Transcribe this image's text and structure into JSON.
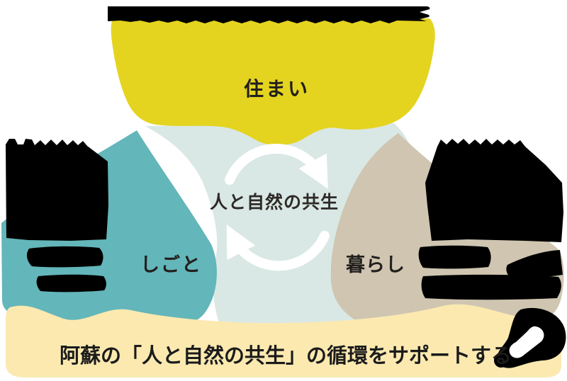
{
  "diagram": {
    "ribbon": {
      "color": "#000000"
    },
    "blobs": {
      "housing": {
        "label": "住まい",
        "color": "#e4d41f"
      },
      "work": {
        "label": "しごと",
        "color": "#63b6ba"
      },
      "living": {
        "label": "暮らし",
        "color": "#cfc5b1"
      },
      "center": {
        "label": "人と自然の共生",
        "color": "#d9e8e4"
      }
    },
    "cycle_arrows": {
      "color": "#ffffff"
    },
    "caption": {
      "text": "阿蘇の「人と自然の共生」の循環をサポートする",
      "band_color": "#fbe9b0",
      "text_color": "#1b1b1b"
    },
    "icons": {
      "pen": "pen-nib-icon",
      "arrows": "cycle-arrows-icon"
    },
    "redacted_blocks": {
      "color": "#000000"
    }
  }
}
